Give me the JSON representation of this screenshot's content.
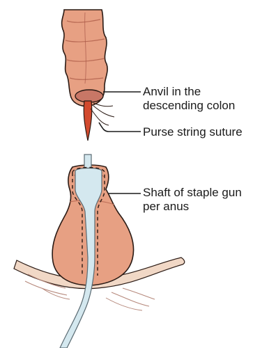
{
  "labels": {
    "anvil": [
      "Anvil in the",
      "descending colon"
    ],
    "purse_string": [
      "Purse string suture"
    ],
    "shaft": [
      "Shaft of staple gun",
      "per anus"
    ]
  },
  "colors": {
    "bowel_fill": "#e7a083",
    "bowel_outline": "#2a1a14",
    "tube_fill": "#d4e8ef",
    "tube_stroke": "#5a6a72",
    "anvil_head": "#c87766",
    "anvil_shaft": "#d24a2e",
    "mesentery": "#f1d8c6"
  }
}
